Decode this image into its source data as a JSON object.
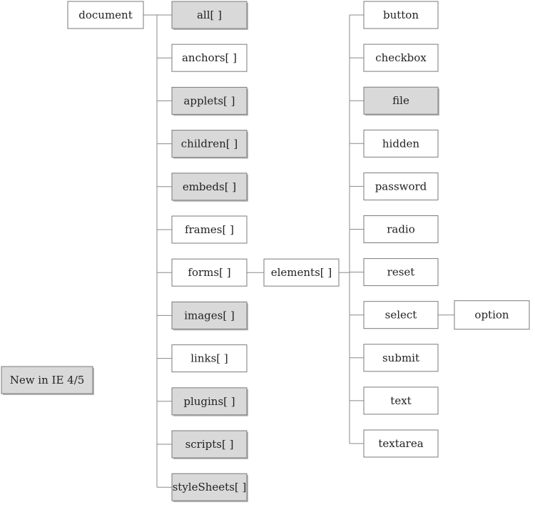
{
  "diagram": {
    "root": "document",
    "collections": [
      {
        "label": "all[ ]",
        "new": true
      },
      {
        "label": "anchors[ ]",
        "new": false
      },
      {
        "label": "applets[ ]",
        "new": true
      },
      {
        "label": "children[ ]",
        "new": true
      },
      {
        "label": "embeds[ ]",
        "new": true
      },
      {
        "label": "frames[ ]",
        "new": false
      },
      {
        "label": "forms[ ]",
        "new": false
      },
      {
        "label": "images[ ]",
        "new": true
      },
      {
        "label": "links[ ]",
        "new": false
      },
      {
        "label": "plugins[ ]",
        "new": true
      },
      {
        "label": "scripts[ ]",
        "new": true
      },
      {
        "label": "styleSheets[ ]",
        "new": true
      }
    ],
    "forms_child": "elements[ ]",
    "elements": [
      {
        "label": "button",
        "new": false
      },
      {
        "label": "checkbox",
        "new": false
      },
      {
        "label": "file",
        "new": true
      },
      {
        "label": "hidden",
        "new": false
      },
      {
        "label": "password",
        "new": false
      },
      {
        "label": "radio",
        "new": false
      },
      {
        "label": "reset",
        "new": false
      },
      {
        "label": "select",
        "new": false
      },
      {
        "label": "submit",
        "new": false
      },
      {
        "label": "text",
        "new": false
      },
      {
        "label": "textarea",
        "new": false
      }
    ],
    "select_child": "option",
    "legend": "New in IE 4/5",
    "colors": {
      "new_fill": "#d9d9d9",
      "plain_fill": "#ffffff",
      "border": "#7a7a7a",
      "line": "#8a8a8a"
    }
  }
}
